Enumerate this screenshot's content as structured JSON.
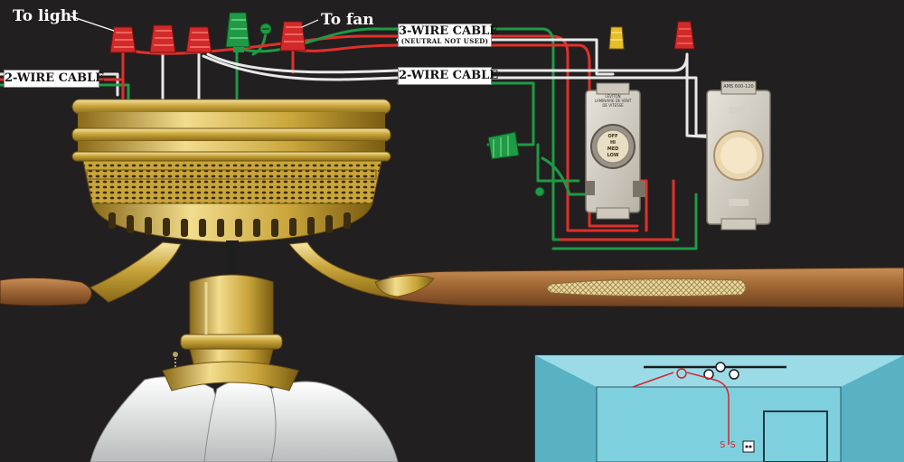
{
  "labels": {
    "to_light": "To light",
    "to_fan": "To fan",
    "three_wire_cable": "3-WIRE CABLE",
    "three_wire_note": "(NEUTRAL NOT USED)",
    "two_wire_cable_left": "2-WIRE CABLE",
    "two_wire_cable_right": "2-WIRE CABLE"
  },
  "switch_fan_speed": {
    "header_lines": [
      "LEVITON",
      "LAMINAIRE DE VENT",
      "DE VITESSE"
    ],
    "dial_text": [
      "OFF",
      "HI",
      "MED",
      "LOW"
    ]
  },
  "switch_light_dimmer": {
    "header_line": "AMS 600-120"
  },
  "inset": {
    "switch_marks": "S S"
  },
  "colors": {
    "background": "#221f20",
    "wire_hot_red": "#e0302a",
    "wire_ground_green": "#1f9a45",
    "wire_neutral_white": "#e8e8e8",
    "wire_ground_bare": "#c9a36a",
    "brass": "#c9a53a",
    "inset_wall": "#6ec6d6"
  }
}
